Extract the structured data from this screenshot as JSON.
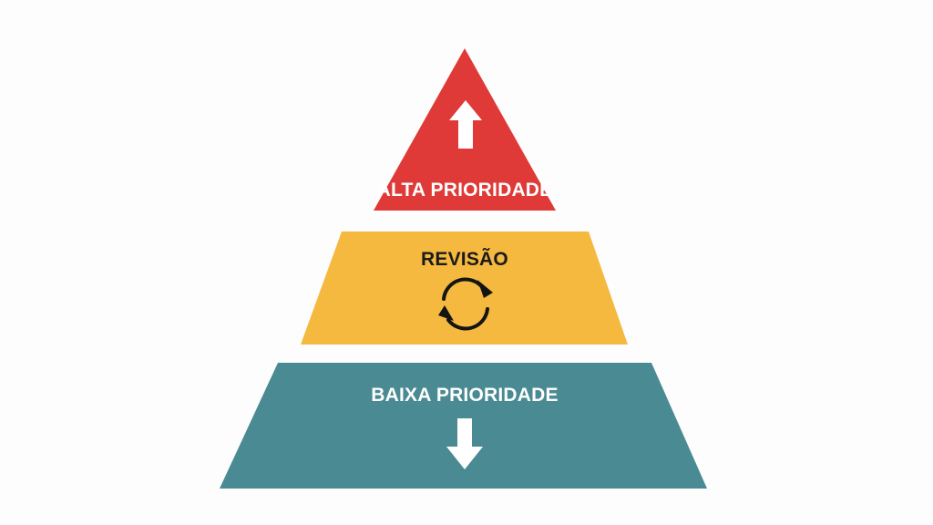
{
  "colors": {
    "background": "#fdfdfd",
    "top": "#df3a37",
    "middle": "#f5b93f",
    "bottom": "#4a8a92",
    "label_light": "#ffffff",
    "label_dark": "#1a1a1a",
    "arrow_light": "#ffffff",
    "arrow_dark": "#141414"
  },
  "tiers": {
    "top": {
      "label": "ALTA PRIORIDADE",
      "icon": "arrow-up-icon"
    },
    "middle": {
      "label": "REVISÃO",
      "icon": "refresh-cycle-icon"
    },
    "bottom": {
      "label": "BAIXA PRIORIDADE",
      "icon": "arrow-down-icon"
    }
  }
}
